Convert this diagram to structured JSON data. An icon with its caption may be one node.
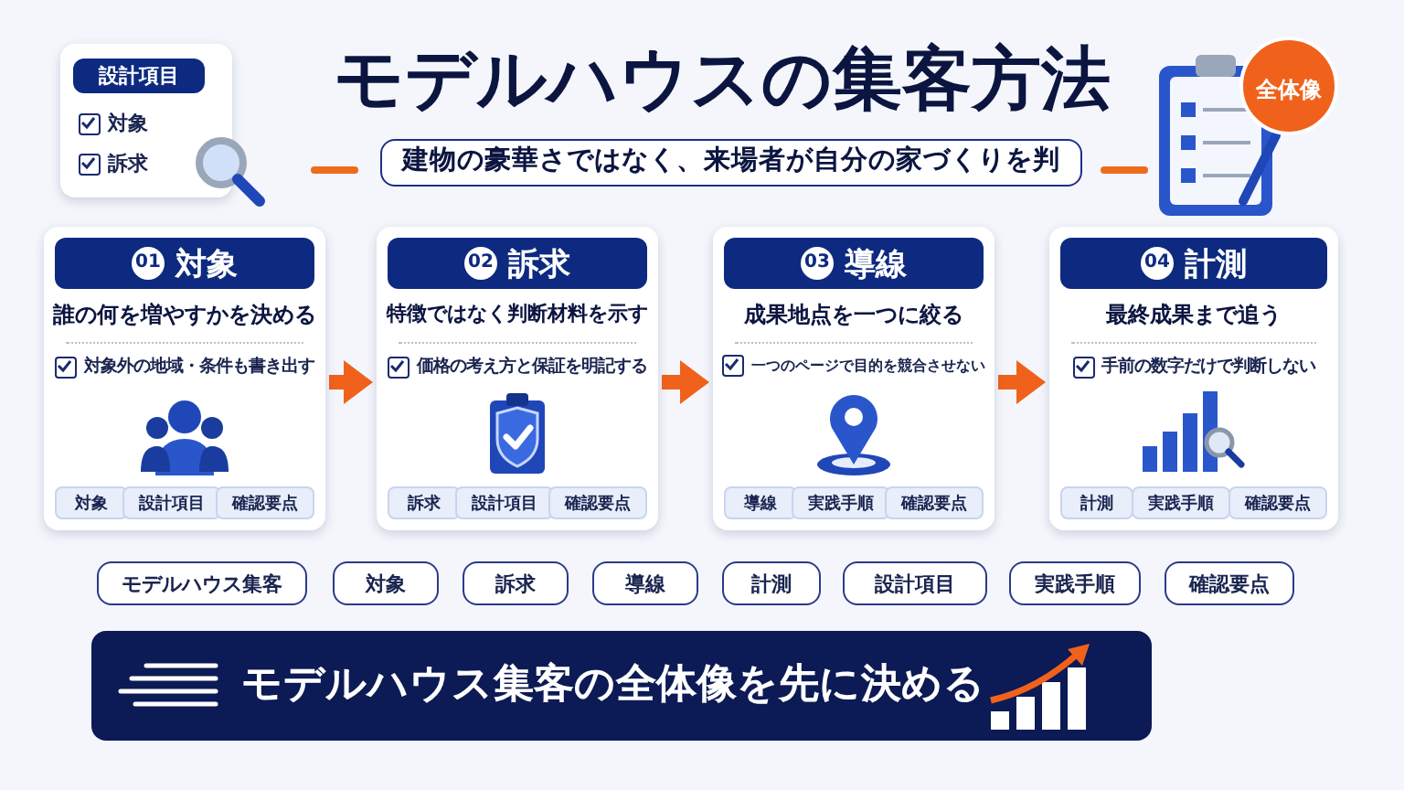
{
  "diagram": {
    "title": "モデルハウスの集客方法",
    "nodes": [
      {
        "text": [
          "設計項目",
          "対象",
          "訴求"
        ]
      },
      {
        "text": [
          "建物の豪華さではなく、来場者が自分の家づくりを判"
        ]
      },
      {
        "text": [
          "全体像"
        ]
      },
      {
        "text": [
          "01",
          "対象",
          "誰の何を増やすかを決める",
          "対象外の地域・条件も書き出す"
        ]
      },
      {
        "text": [
          "対象"
        ],
        "in": 3
      },
      {
        "text": [
          "設計項目"
        ],
        "in": 3
      },
      {
        "text": [
          "確認要点"
        ],
        "in": 3
      },
      {
        "text": [
          "02",
          "訴求",
          "特徴ではなく判断材料を示す",
          "価格の考え方と保証を明記する"
        ]
      },
      {
        "text": [
          "訴求"
        ],
        "in": 7
      },
      {
        "text": [
          "設計項目"
        ],
        "in": 7
      },
      {
        "text": [
          "確認要点"
        ],
        "in": 7
      },
      {
        "text": [
          "03",
          "導線",
          "成果地点を一つに絞る",
          "一つのページで目的を競合させない"
        ]
      },
      {
        "text": [
          "導線"
        ],
        "in": 11
      },
      {
        "text": [
          "実践手順"
        ],
        "in": 11
      },
      {
        "text": [
          "確認要点"
        ],
        "in": 11
      },
      {
        "text": [
          "04",
          "計測",
          "最終成果まで追う",
          "手前の数字だけで判断しない"
        ]
      },
      {
        "text": [
          "計測"
        ],
        "in": 15
      },
      {
        "text": [
          "実践手順"
        ],
        "in": 15
      },
      {
        "text": [
          "確認要点"
        ],
        "in": 15
      },
      {
        "text": [
          "モデルハウス集客"
        ]
      },
      {
        "text": [
          "対象"
        ]
      },
      {
        "text": [
          "訴求"
        ]
      },
      {
        "text": [
          "導線"
        ]
      },
      {
        "text": [
          "計測"
        ]
      },
      {
        "text": [
          "設計項目"
        ]
      },
      {
        "text": [
          "実践手順"
        ]
      },
      {
        "text": [
          "確認要点"
        ]
      },
      {
        "text": [
          "モデルハウス集客の全体像を先に決める"
        ]
      }
    ],
    "edges": [
      {
        "from": 3,
        "to": 7,
        "arrow": "to"
      },
      {
        "from": 7,
        "to": 11,
        "arrow": "to"
      },
      {
        "from": 11,
        "to": 15,
        "arrow": "to"
      }
    ]
  }
}
